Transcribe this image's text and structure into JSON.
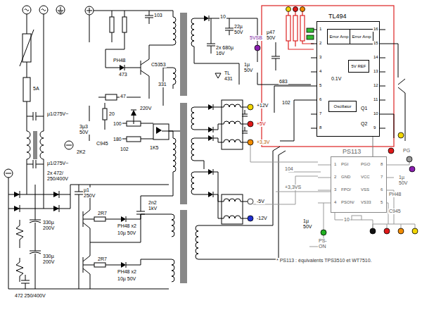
{
  "diagram": {
    "nodes": [
      {
        "text": [
          "TL494"
        ]
      },
      {
        "text": [
          "Error Amp"
        ],
        "in": 0
      },
      {
        "text": [
          "Error Amp"
        ],
        "in": 0
      },
      {
        "text": [
          "5V REF"
        ],
        "in": 0
      },
      {
        "text": [
          "Oscillator"
        ],
        "in": 0
      },
      {
        "text": [
          "PS113"
        ]
      }
    ],
    "edges": [
      {
        "from": 5,
        "to": 0,
        "arrow": "none"
      }
    ],
    "labels": [
      "5A",
      "µ1/275V~",
      "µ1/275V~",
      "2x 472/ 250/400V",
      "µ1 250V",
      "330µ 200V",
      "330µ 200V",
      "472 250/400V",
      "PH48",
      "473",
      "C5353",
      "103",
      "331",
      "47",
      "20",
      "220V",
      "100",
      "180",
      "3µ3 50V",
      "C945",
      "102",
      "1K5",
      "2K2",
      "10",
      "22µ 50V",
      "2x 680µ 16V",
      "5VSB",
      "TL 431",
      "1µ 50V",
      "µ47 50V",
      "683",
      "102",
      "+12V",
      "+5V",
      "+3,3V",
      "-5V",
      "-12V",
      "2n2 1kV",
      "PH48 x2",
      "10µ 50V",
      "PH48 x2",
      "10µ 50V",
      "2R7",
      "2R7",
      "+3,3VS",
      "104",
      "1µ 50V",
      "PS-ON",
      "10",
      "PG",
      "1µ 50V",
      "PH48",
      "C945",
      "* PS113 : équivalents TPS3510 et WT7510.",
      "0.1V",
      "Q1",
      "Q2",
      "1",
      "2",
      "3",
      "4",
      "5",
      "6",
      "7",
      "8",
      "16",
      "15",
      "14",
      "13",
      "12",
      "11",
      "10",
      "9",
      "1",
      "PGI",
      "2",
      "GND",
      "3",
      "FPO/",
      "4",
      "PSON/",
      "8",
      "PGO",
      "7",
      "VCC",
      "6",
      "VSS",
      "5",
      "VS33"
    ]
  }
}
